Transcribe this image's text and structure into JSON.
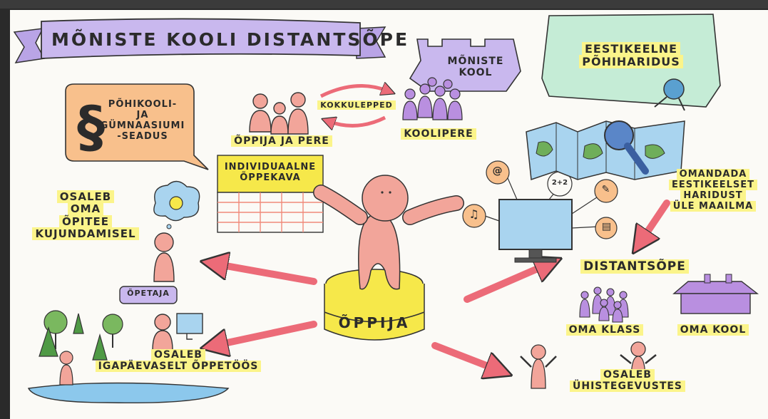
{
  "title": "MÕNISTE KOOLI DISTANTSÕPE",
  "school_flag": [
    "MÕNISTE",
    "KOOL"
  ],
  "education_scroll": [
    "EESTIKEELNE",
    "PÕHIHARIDUS"
  ],
  "law_bubble": [
    "PÕHIKOOLI-",
    "JA",
    "GÜMNAASIUMI",
    "-SEADUS"
  ],
  "family_label": "ÕPPIJA JA PERE",
  "agreement_label": "KOKKULEPPED",
  "school_community_label": "KOOLIPERE",
  "individual_plan": [
    "INDIVIDUAALNE",
    "ÕPPEKAVA"
  ],
  "learner_label": "ÕPPIJA",
  "participates_path": [
    "OSALEB",
    "OMA",
    "ÕPITEE",
    "KUJUNDAMISEL"
  ],
  "teacher_label": "ÕPETAJA",
  "daily_study": [
    "OSALEB",
    "IGAPÄEVASELT ÕPPETÖÖS"
  ],
  "monitor_icons": [
    "@",
    "2+2",
    "♫"
  ],
  "global_education": [
    "OMANDADA",
    "EESTIKEELSET",
    "HARIDUST",
    "ÜLE MAAILMA"
  ],
  "distance_label": "DISTANTSÕPE",
  "own_class": "OMA KLASS",
  "own_school": "OMA KOOL",
  "joint_activities": [
    "OSALEB",
    "ÜHISTEGEVUSTES"
  ],
  "colors": {
    "banner": "#c9b8ee",
    "yellow": "#fbf48a",
    "pink": "#f2a59a",
    "purple": "#b98fe0",
    "orange": "#f8c08c",
    "blue": "#a9d4ef",
    "green": "#6fae5a",
    "arrow": "#ec6b78"
  }
}
